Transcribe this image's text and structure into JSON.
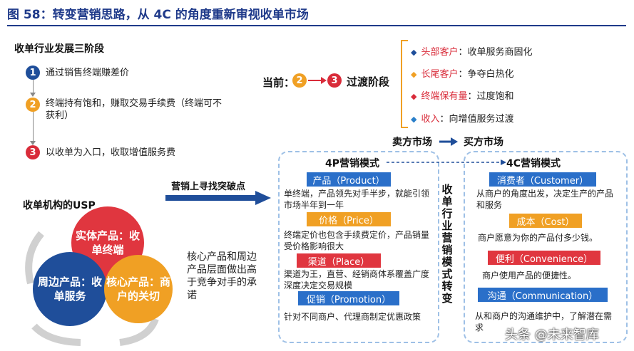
{
  "figure_title": "图 58：转变营销思路，从 4C 的角度重新审视收单市场",
  "stages": {
    "title": "收单行业发展三阶段",
    "items": [
      {
        "num": "1",
        "text": "通过销售终端赚差价",
        "color": "#1f4e9a"
      },
      {
        "num": "2",
        "text": "终端持有饱和，赚取交易手续费（终端可不获利）",
        "color": "#f0a024"
      },
      {
        "num": "3",
        "text": "以收单为入口，收取增值服务费",
        "color": "#d92c3a"
      }
    ]
  },
  "current": {
    "label": "当前：",
    "from": "2",
    "to": "3",
    "stage_label": "过渡阶段"
  },
  "bullets": [
    {
      "key": "头部客户",
      "sep": "：",
      "value": "收单服务商固化",
      "color": "#1f4e9a"
    },
    {
      "key": "长尾客户",
      "sep": "：",
      "value": "争夺白热化",
      "color": "#f0a024"
    },
    {
      "key": "终端保有量",
      "sep": "：",
      "value": "过度饱和",
      "color": "#d92c3a"
    },
    {
      "key": "收入",
      "sep": "：",
      "value": "向增值服务过渡",
      "color": "#2a7fc9"
    }
  ],
  "market_shift": {
    "from": "卖方市场",
    "to": "买方市场"
  },
  "breakthrough": "营销上寻找突破点",
  "usp": {
    "title": "收单机构的USP",
    "red_circle": "实体产品：收单终端",
    "blue_circle": "周边产品：收单服务",
    "orange_circle": "核心产品：商户的关切",
    "caption": "核心产品和周边产品层面做出高于竞争对手的承诺"
  },
  "model_4p": {
    "title": "4P营销模式",
    "items": [
      {
        "header": "产品（Product）",
        "text": "单终端，产品领先对手半步，就能引领市场半年到一年",
        "color": "#2a6fc9"
      },
      {
        "header": "价格（Price）",
        "text": "终端定价也包含手续费定价，产品销量受价格影响很大",
        "color": "#f0a024"
      },
      {
        "header": "渠道（Place）",
        "text": "渠道为王，直营、经销商体系覆盖广度深度决定交易规模",
        "color": "#e0363f"
      },
      {
        "header": "促销（Promotion）",
        "text": "针对不同商户、代理商制定优惠政策",
        "color": "#2a6fc9"
      }
    ]
  },
  "shift_label": "收单行业营销模式转变",
  "model_4c": {
    "title": "4C营销模式",
    "items": [
      {
        "header": "消费者（Customer）",
        "text": "从商户的角度出发，决定生产的产品和服务",
        "color": "#2a6fc9"
      },
      {
        "header": "成本（Cost）",
        "text": "商户愿意为你的产品付多少钱。",
        "color": "#f0a024"
      },
      {
        "header": "便利（Convenience）",
        "text": "商户使用产品的便捷性。",
        "color": "#e0363f"
      },
      {
        "header": "沟通（Communication）",
        "text": "从和商户的沟通维护中，了解潜在需求",
        "color": "#2a6fc9"
      }
    ]
  },
  "watermark": "头条 @未来智库"
}
